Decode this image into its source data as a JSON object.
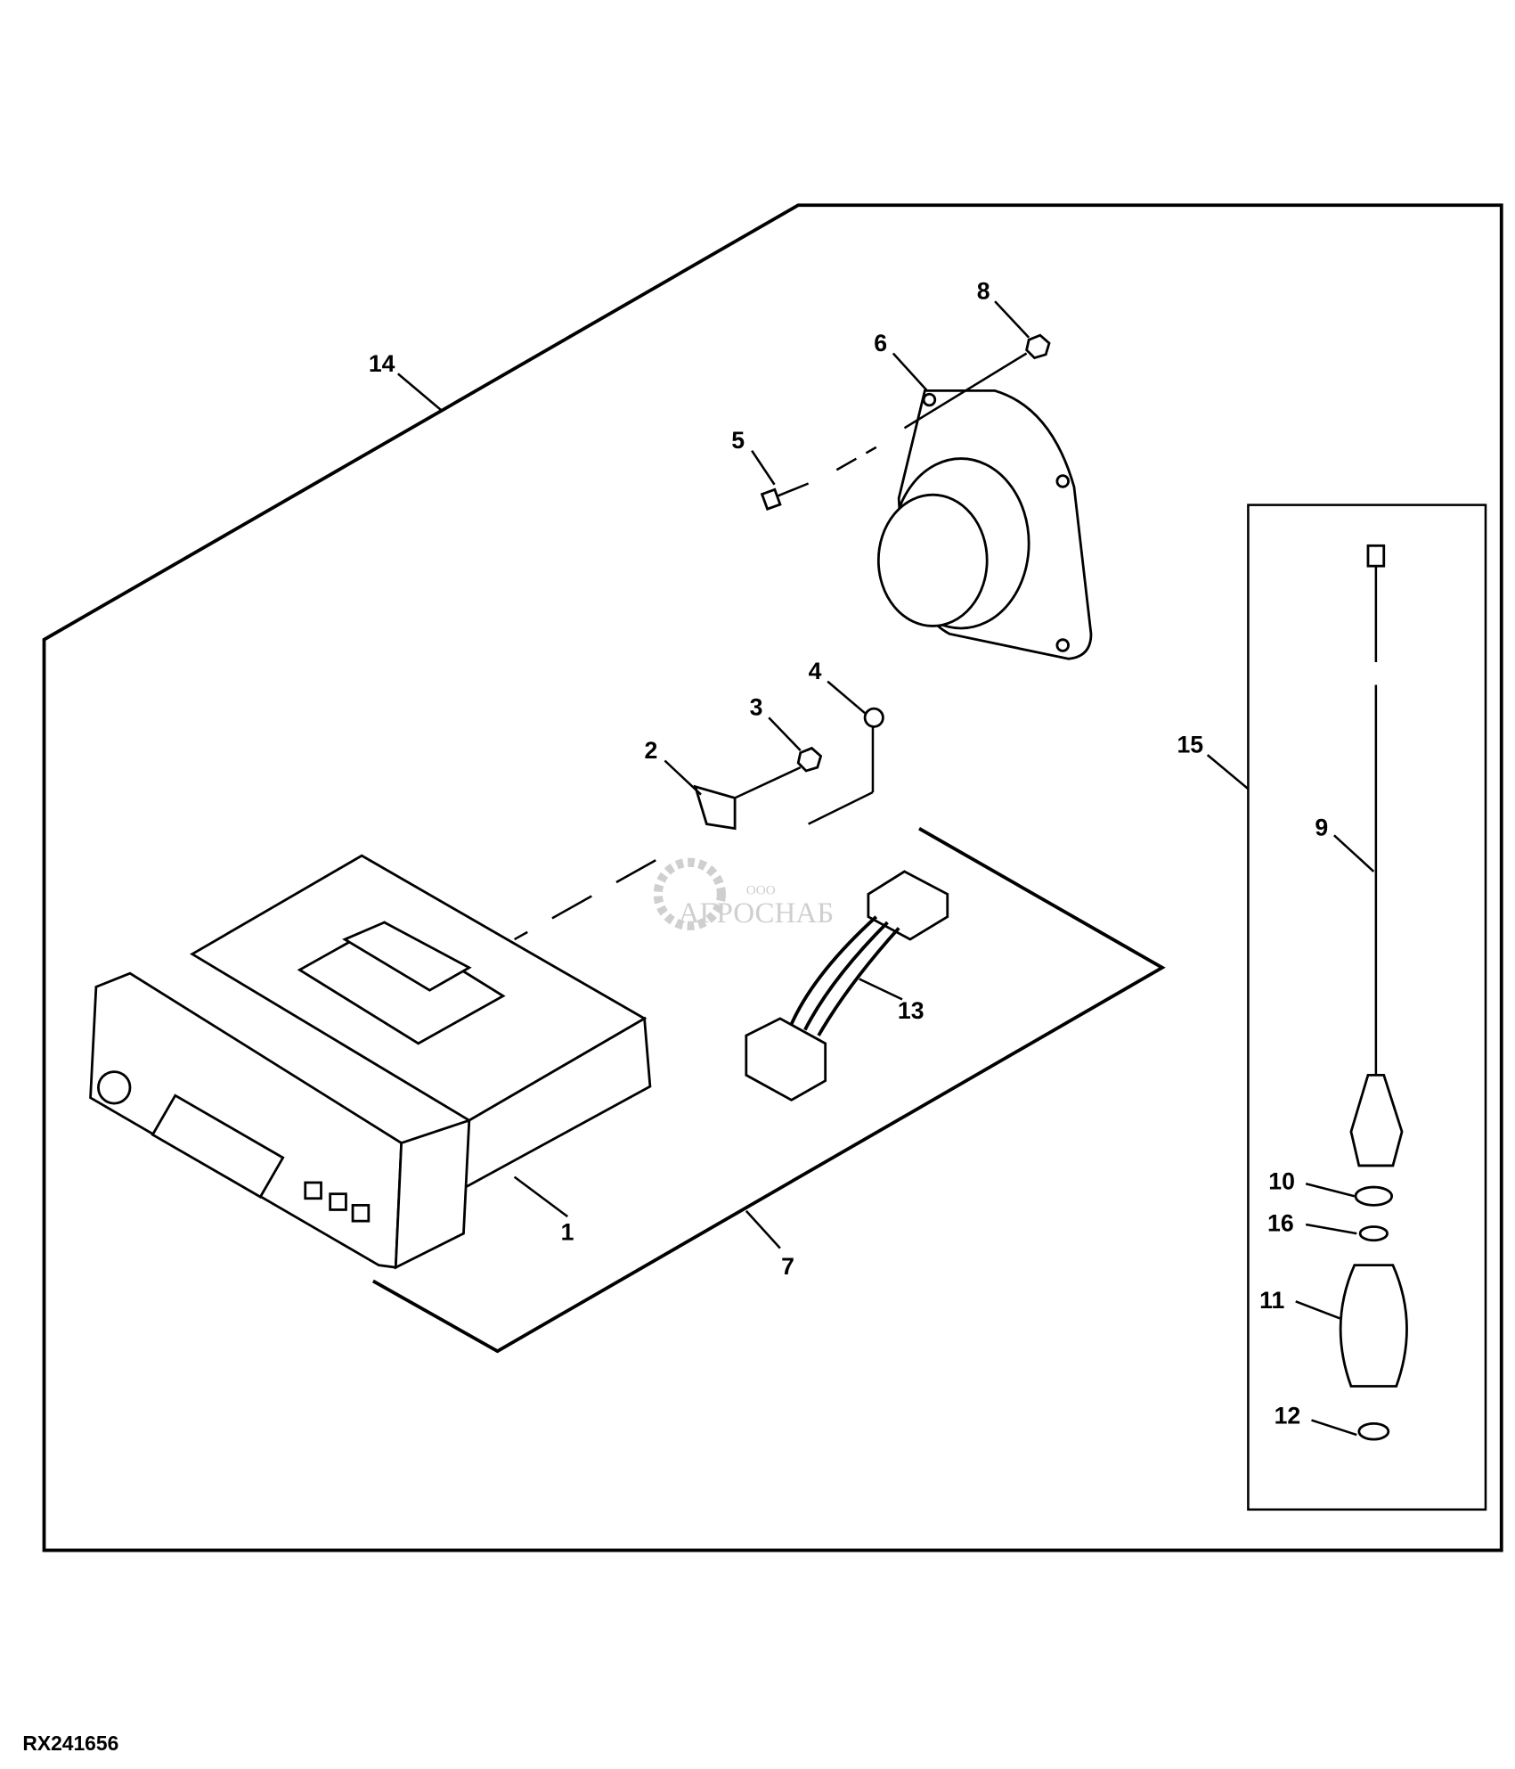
{
  "diagram": {
    "figure_id": "RX241656",
    "callouts": {
      "c1": "1",
      "c2": "2",
      "c3": "3",
      "c4": "4",
      "c5": "5",
      "c6": "6",
      "c7": "7",
      "c8": "8",
      "c9": "9",
      "c10": "10",
      "c11": "11",
      "c12": "12",
      "c13": "13",
      "c14": "14",
      "c15": "15",
      "c16": "16"
    },
    "watermark": {
      "prefix": "ООО",
      "name": "АГРОСНАБ"
    }
  }
}
